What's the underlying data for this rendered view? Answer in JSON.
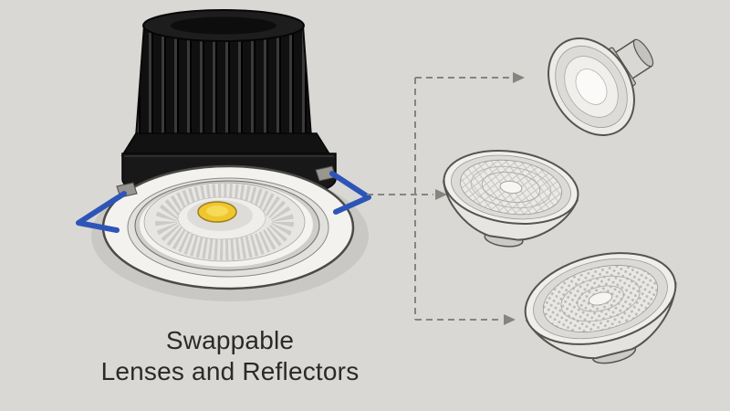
{
  "page": {
    "background": "#d9d8d5"
  },
  "caption": {
    "line1": "Swappable",
    "line2": "Lenses and Reflectors"
  },
  "colors": {
    "clip_blue": "#2d55b8",
    "led_yellow": "#f0c62e",
    "arrow_gray": "#85847f",
    "outline_dark": "#4b4a47"
  },
  "components": {
    "fixture": "recessed-led-downlight",
    "options": [
      "smooth-lens",
      "faceted-reflector",
      "honeycomb-reflector"
    ]
  }
}
